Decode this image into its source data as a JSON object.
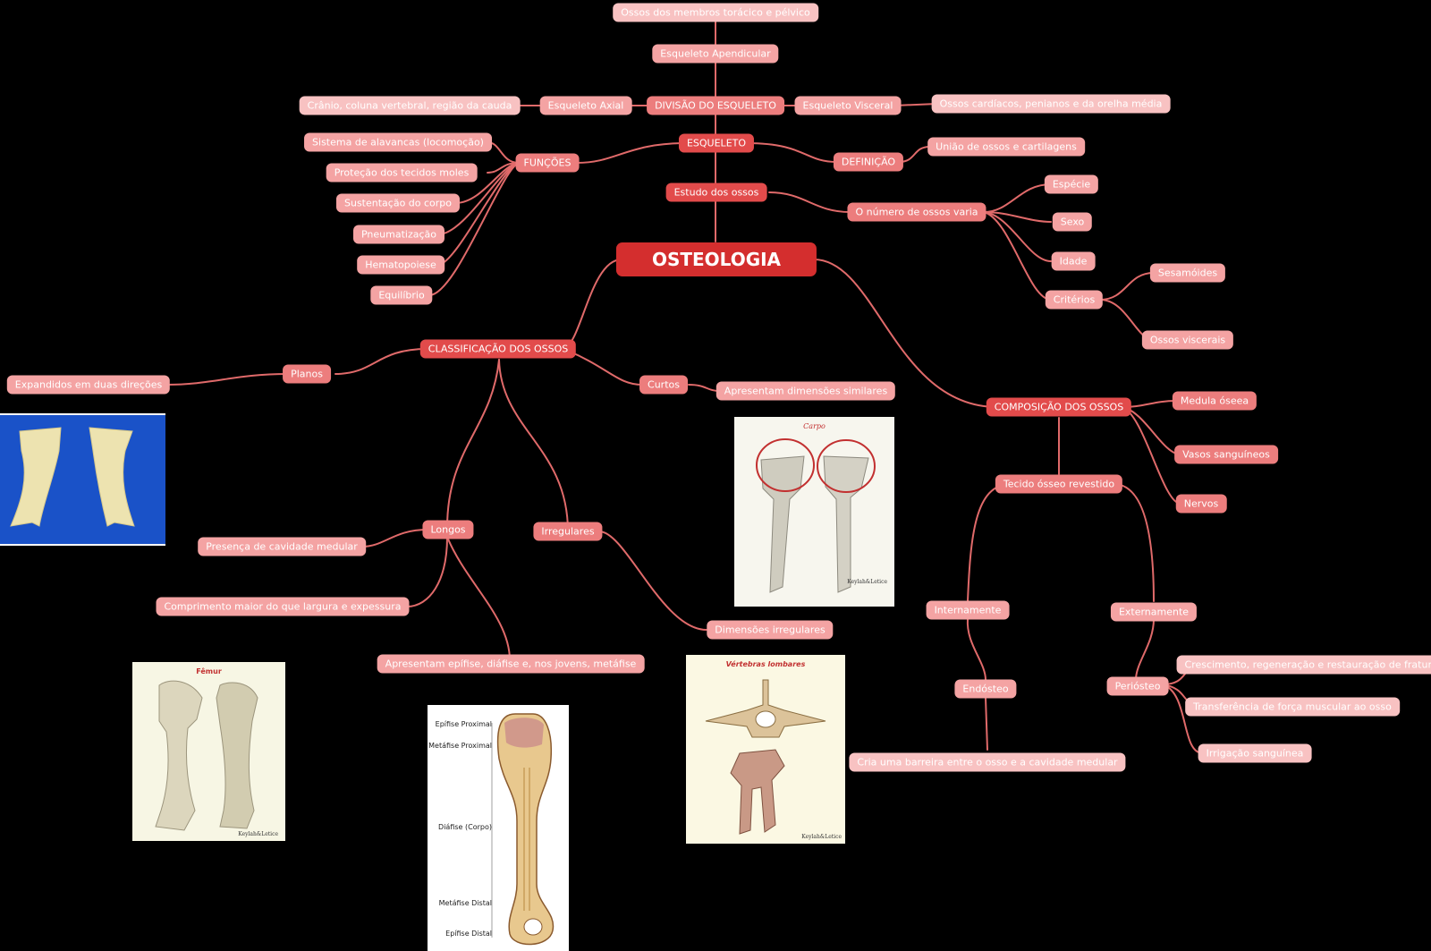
{
  "colors": {
    "background": "#000000",
    "central": "#d42e2e",
    "primary": "#e24b4b",
    "secondary": "#ec7d7d",
    "tertiary": "#f4a3a3",
    "quaternary": "#f8c2c2",
    "link": "#e06a6a"
  },
  "center": "OSTEOLOGIA",
  "skeleton": {
    "title": "ESQUELETO",
    "division": "DIVISÃO DO ESQUELETO",
    "appendicular": "Esqueleto Apendicular",
    "appendicular_detail": "Ossos dos membros torácico e pélvico",
    "axial": "Esqueleto Axial",
    "axial_detail": "Crânio, coluna vertebral, região da cauda",
    "visceral": "Esqueleto Visceral",
    "visceral_detail": "Ossos cardíacos, penianos e da orelha média",
    "functions_title": "FUNÇÕES",
    "functions": [
      "Sistema de alavancas (locomoção)",
      "Proteção dos tecidos moles",
      "Sustentação do corpo",
      "Pneumatização",
      "Hematopoiese",
      "Equilíbrio"
    ],
    "definition_title": "DEFINIÇÃO",
    "definition": "União de ossos e cartilagens",
    "study": "Estudo dos ossos",
    "varies": "O número de ossos varia",
    "varies_items": [
      "Espécie",
      "Sexo",
      "Idade",
      "Critérios"
    ],
    "criteria_items": [
      "Sesamóides",
      "Ossos viscerais"
    ]
  },
  "classification": {
    "title": "CLASSIFICAÇÃO DOS OSSOS",
    "planos": "Planos",
    "planos_detail": "Expandidos em duas direções",
    "curtos": "Curtos",
    "curtos_detail": "Apresentam dimensões similares",
    "longos": "Longos",
    "longos_details": [
      "Presença de cavidade medular",
      "Comprimento maior do que largura e expessura",
      "Apresentam epífise, diáfise e, nos jovens, metáfise"
    ],
    "irregulares": "Irregulares",
    "irregulares_detail": "Dimensões irregulares"
  },
  "composition": {
    "title": "COMPOSIÇÃO DOS OSSOS",
    "items": [
      "Medula óseea",
      "Vasos sanguíneos",
      "Nervos"
    ],
    "tissue": "Tecido ósseo revestido",
    "internal": "Internamente",
    "endosteum": "Endósteo",
    "endosteum_detail": "Cria uma barreira entre o osso e a cavidade medular",
    "external": "Externamente",
    "periosteum": "Periósteo",
    "periosteum_details": [
      "Crescimento, regeneração e restauração de fraturas",
      "Transferência de força muscular ao osso",
      "Irrigação sanguínea"
    ]
  },
  "images": {
    "carpo_caption": "Carpo",
    "femur_caption": "Fêmur",
    "vertebras_caption": "Vértebras lombares",
    "credit": "Keylah&Letice",
    "bone_labels": [
      "Epífise Proximal",
      "Metáfise Proximal",
      "Diáfise (Corpo)",
      "Metáfise Distal",
      "Epífise Distal"
    ]
  }
}
